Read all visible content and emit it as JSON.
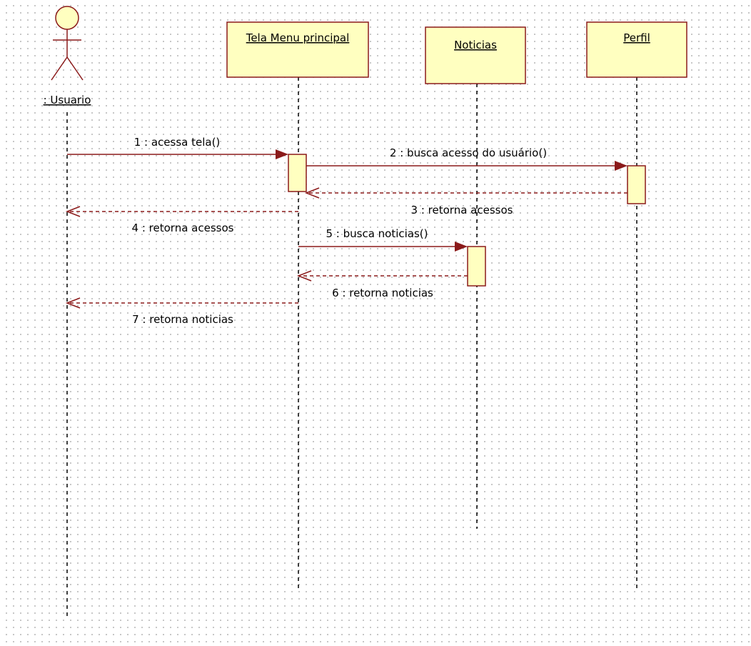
{
  "diagram": {
    "type": "uml-sequence",
    "colors": {
      "box_fill": "#ffffc0",
      "box_border": "#8b1a1a",
      "lifeline": "#000000",
      "message": "#8b1a1a",
      "text": "#000000"
    },
    "actor": {
      "label": ": Usuario",
      "icon": "stick-figure-actor-icon"
    },
    "objects": [
      {
        "id": "tela",
        "label": "Tela Menu principal"
      },
      {
        "id": "noticias",
        "label": "Noticias"
      },
      {
        "id": "perfil",
        "label": "Perfil"
      }
    ],
    "messages": [
      {
        "number": 1,
        "label": "1 : acessa tela()",
        "from": "usuario",
        "to": "tela",
        "kind": "call"
      },
      {
        "number": 2,
        "label": "2 : busca acesso do usuário()",
        "from": "tela",
        "to": "perfil",
        "kind": "call"
      },
      {
        "number": 3,
        "label": "3 : retorna acessos",
        "from": "perfil",
        "to": "tela",
        "kind": "return"
      },
      {
        "number": 4,
        "label": "4 : retorna acessos",
        "from": "tela",
        "to": "usuario",
        "kind": "return"
      },
      {
        "number": 5,
        "label": "5 : busca noticias()",
        "from": "tela",
        "to": "noticias",
        "kind": "call"
      },
      {
        "number": 6,
        "label": "6 : retorna noticias",
        "from": "noticias",
        "to": "tela",
        "kind": "return"
      },
      {
        "number": 7,
        "label": "7 : retorna noticias",
        "from": "tela",
        "to": "usuario",
        "kind": "return"
      }
    ]
  }
}
